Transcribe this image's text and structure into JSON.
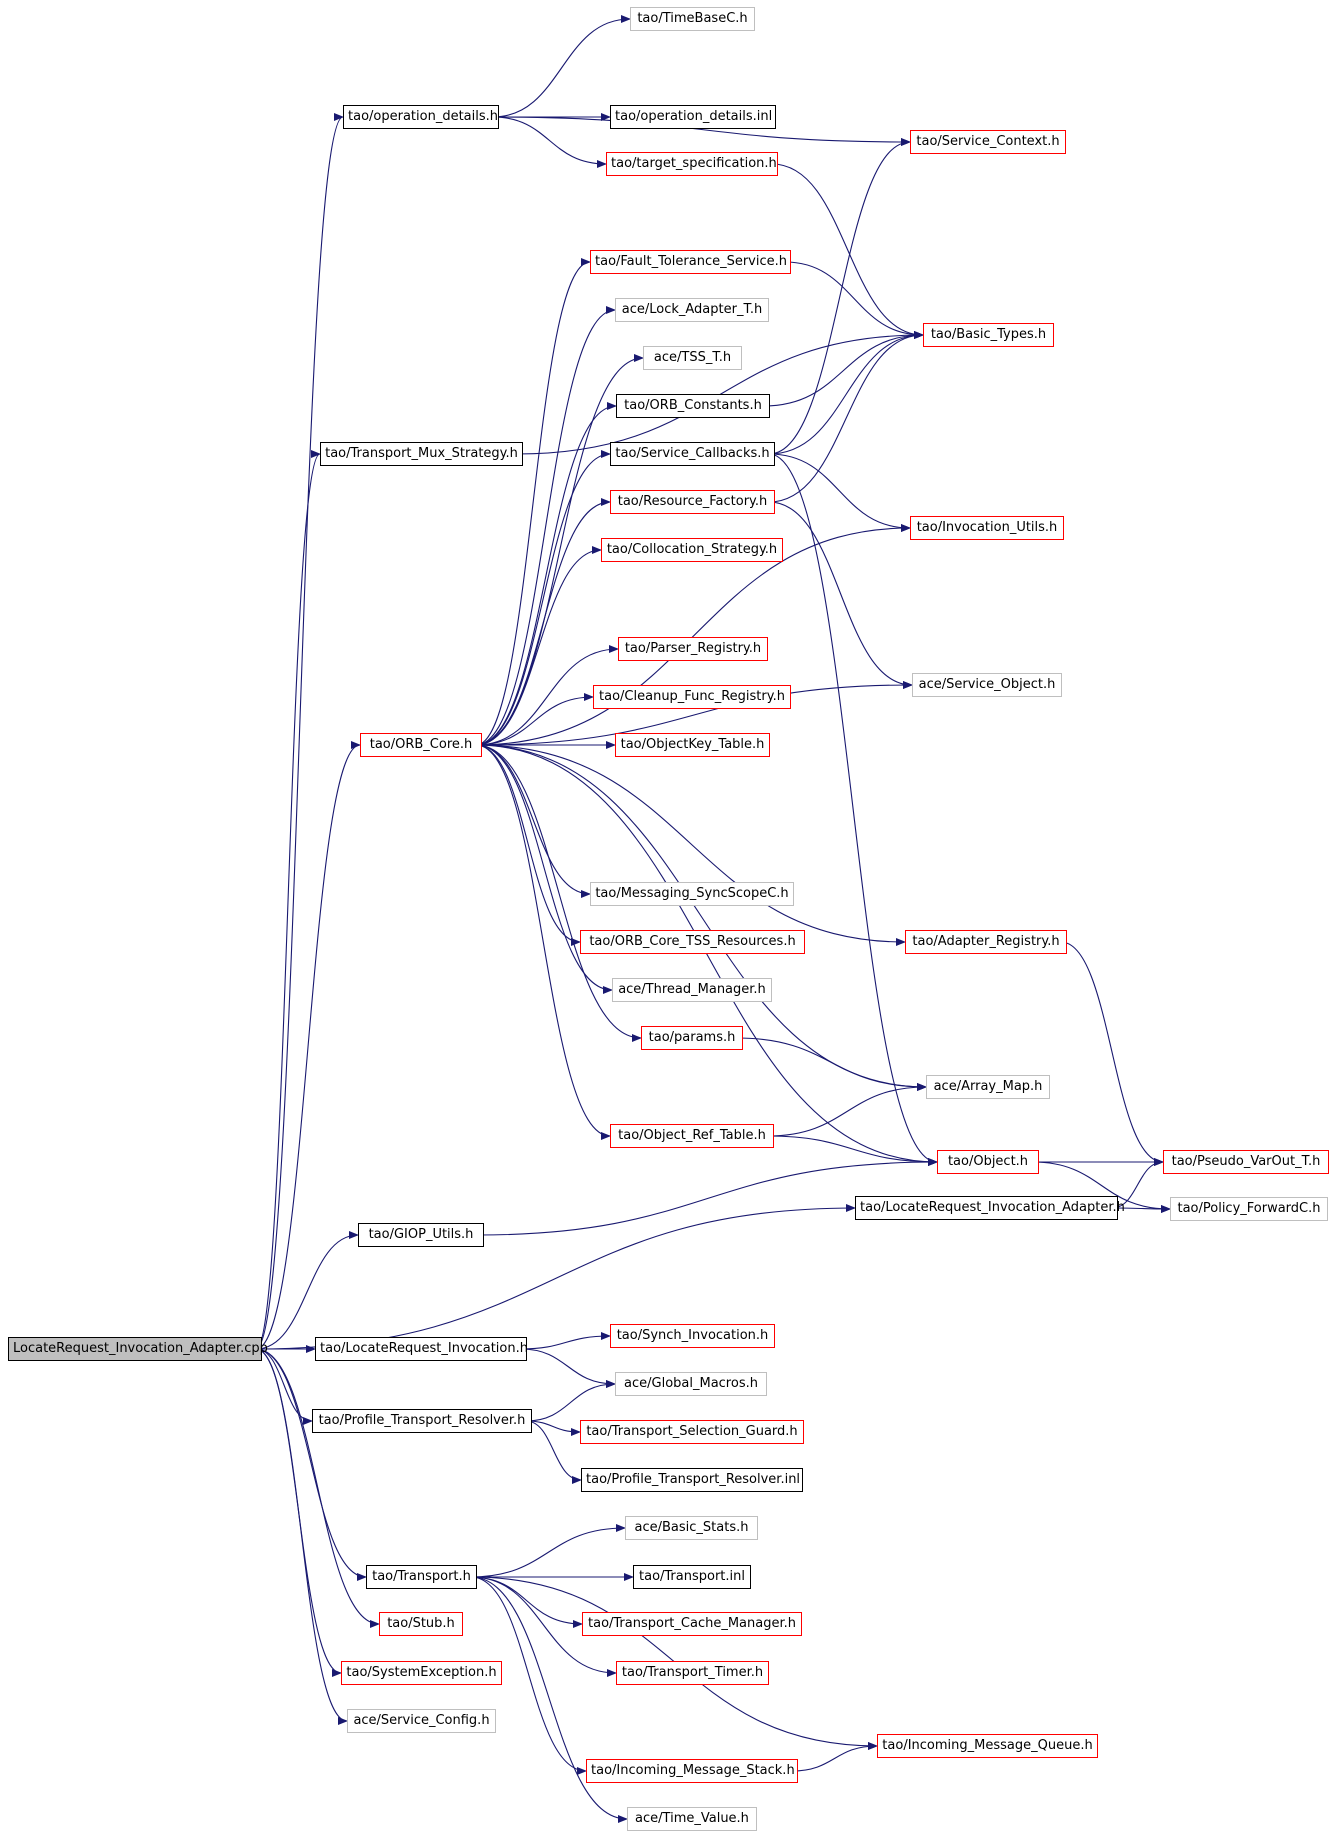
{
  "diagram": {
    "colors": {
      "edge": "#191970",
      "documented": "#000000",
      "has_children": "#ff0000",
      "external": "#bfbfbf",
      "root_fill": "#bfbfbf"
    },
    "nodes": {
      "root": {
        "label": "LocateRequest_Invocation_Adapter.cpp",
        "kind": "root"
      },
      "opdet": {
        "label": "tao/operation_details.h",
        "kind": "documented"
      },
      "timebase": {
        "label": "tao/TimeBaseC.h",
        "kind": "external"
      },
      "opdetinl": {
        "label": "tao/operation_details.inl",
        "kind": "documented"
      },
      "svcctx": {
        "label": "tao/Service_Context.h",
        "kind": "has_children"
      },
      "tgtspec": {
        "label": "tao/target_specification.h",
        "kind": "has_children"
      },
      "ftsvc": {
        "label": "tao/Fault_Tolerance_Service.h",
        "kind": "has_children"
      },
      "basictypes": {
        "label": "tao/Basic_Types.h",
        "kind": "has_children"
      },
      "lockadapt": {
        "label": "ace/Lock_Adapter_T.h",
        "kind": "external"
      },
      "tss": {
        "label": "ace/TSS_T.h",
        "kind": "external"
      },
      "orbconst": {
        "label": "tao/ORB_Constants.h",
        "kind": "documented"
      },
      "tmux": {
        "label": "tao/Transport_Mux_Strategy.h",
        "kind": "documented"
      },
      "svccb": {
        "label": "tao/Service_Callbacks.h",
        "kind": "documented"
      },
      "resfac": {
        "label": "tao/Resource_Factory.h",
        "kind": "has_children"
      },
      "invutils": {
        "label": "tao/Invocation_Utils.h",
        "kind": "has_children"
      },
      "colloc": {
        "label": "tao/Collocation_Strategy.h",
        "kind": "has_children"
      },
      "parser": {
        "label": "tao/Parser_Registry.h",
        "kind": "has_children"
      },
      "svcobj": {
        "label": "ace/Service_Object.h",
        "kind": "external"
      },
      "cleanup": {
        "label": "tao/Cleanup_Func_Registry.h",
        "kind": "has_children"
      },
      "orbcore": {
        "label": "tao/ORB_Core.h",
        "kind": "has_children"
      },
      "objkey": {
        "label": "tao/ObjectKey_Table.h",
        "kind": "has_children"
      },
      "msgsync": {
        "label": "tao/Messaging_SyncScopeC.h",
        "kind": "external"
      },
      "tssres": {
        "label": "tao/ORB_Core_TSS_Resources.h",
        "kind": "has_children"
      },
      "adreg": {
        "label": "tao/Adapter_Registry.h",
        "kind": "has_children"
      },
      "thrmgr": {
        "label": "ace/Thread_Manager.h",
        "kind": "external"
      },
      "params": {
        "label": "tao/params.h",
        "kind": "has_children"
      },
      "arraymap": {
        "label": "ace/Array_Map.h",
        "kind": "external"
      },
      "objref": {
        "label": "tao/Object_Ref_Table.h",
        "kind": "has_children"
      },
      "object": {
        "label": "tao/Object.h",
        "kind": "has_children"
      },
      "pseudo": {
        "label": "tao/Pseudo_VarOut_T.h",
        "kind": "has_children"
      },
      "lria_h": {
        "label": "tao/LocateRequest_Invocation_Adapter.h",
        "kind": "documented"
      },
      "policyfwd": {
        "label": "tao/Policy_ForwardC.h",
        "kind": "external"
      },
      "giop": {
        "label": "tao/GIOP_Utils.h",
        "kind": "documented"
      },
      "lri": {
        "label": "tao/LocateRequest_Invocation.h",
        "kind": "documented"
      },
      "synch": {
        "label": "tao/Synch_Invocation.h",
        "kind": "has_children"
      },
      "globmac": {
        "label": "ace/Global_Macros.h",
        "kind": "external"
      },
      "ptr": {
        "label": "tao/Profile_Transport_Resolver.h",
        "kind": "documented"
      },
      "tsg": {
        "label": "tao/Transport_Selection_Guard.h",
        "kind": "has_children"
      },
      "ptrinl": {
        "label": "tao/Profile_Transport_Resolver.inl",
        "kind": "documented"
      },
      "basicstats": {
        "label": "ace/Basic_Stats.h",
        "kind": "external"
      },
      "transport": {
        "label": "tao/Transport.h",
        "kind": "documented"
      },
      "transinl": {
        "label": "tao/Transport.inl",
        "kind": "documented"
      },
      "tcm": {
        "label": "tao/Transport_Cache_Manager.h",
        "kind": "has_children"
      },
      "stub": {
        "label": "tao/Stub.h",
        "kind": "has_children"
      },
      "ttimer": {
        "label": "tao/Transport_Timer.h",
        "kind": "has_children"
      },
      "sysexc": {
        "label": "tao/SystemException.h",
        "kind": "has_children"
      },
      "svccfg": {
        "label": "ace/Service_Config.h",
        "kind": "external"
      },
      "inq": {
        "label": "tao/Incoming_Message_Queue.h",
        "kind": "has_children"
      },
      "ins": {
        "label": "tao/Incoming_Message_Stack.h",
        "kind": "has_children"
      },
      "timeval": {
        "label": "ace/Time_Value.h",
        "kind": "external"
      }
    },
    "edges": [
      [
        "root",
        "opdet"
      ],
      [
        "root",
        "tmux"
      ],
      [
        "root",
        "orbcore"
      ],
      [
        "root",
        "giop"
      ],
      [
        "root",
        "lria_h"
      ],
      [
        "root",
        "lri"
      ],
      [
        "root",
        "ptr"
      ],
      [
        "root",
        "transport"
      ],
      [
        "root",
        "stub"
      ],
      [
        "root",
        "sysexc"
      ],
      [
        "root",
        "svccfg"
      ],
      [
        "opdet",
        "timebase"
      ],
      [
        "opdet",
        "opdetinl"
      ],
      [
        "opdet",
        "svcctx"
      ],
      [
        "opdet",
        "tgtspec"
      ],
      [
        "tgtspec",
        "basictypes"
      ],
      [
        "tmux",
        "basictypes"
      ],
      [
        "ftsvc",
        "basictypes"
      ],
      [
        "orbconst",
        "basictypes"
      ],
      [
        "svccb",
        "basictypes"
      ],
      [
        "svccb",
        "svcctx"
      ],
      [
        "svccb",
        "invutils"
      ],
      [
        "svccb",
        "object"
      ],
      [
        "resfac",
        "basictypes"
      ],
      [
        "resfac",
        "svcobj"
      ],
      [
        "orbcore",
        "ftsvc"
      ],
      [
        "orbcore",
        "lockadapt"
      ],
      [
        "orbcore",
        "tss"
      ],
      [
        "orbcore",
        "orbconst"
      ],
      [
        "orbcore",
        "svccb"
      ],
      [
        "orbcore",
        "resfac"
      ],
      [
        "orbcore",
        "colloc"
      ],
      [
        "orbcore",
        "invutils"
      ],
      [
        "orbcore",
        "parser"
      ],
      [
        "orbcore",
        "cleanup"
      ],
      [
        "orbcore",
        "objkey"
      ],
      [
        "orbcore",
        "svcobj"
      ],
      [
        "orbcore",
        "msgsync"
      ],
      [
        "orbcore",
        "tssres"
      ],
      [
        "orbcore",
        "adreg"
      ],
      [
        "orbcore",
        "thrmgr"
      ],
      [
        "orbcore",
        "params"
      ],
      [
        "orbcore",
        "arraymap"
      ],
      [
        "orbcore",
        "objref"
      ],
      [
        "orbcore",
        "object"
      ],
      [
        "params",
        "arraymap"
      ],
      [
        "objref",
        "arraymap"
      ],
      [
        "objref",
        "object"
      ],
      [
        "adreg",
        "pseudo"
      ],
      [
        "object",
        "pseudo"
      ],
      [
        "object",
        "policyfwd"
      ],
      [
        "lria_h",
        "pseudo"
      ],
      [
        "lria_h",
        "policyfwd"
      ],
      [
        "giop",
        "object"
      ],
      [
        "lri",
        "synch"
      ],
      [
        "lri",
        "globmac"
      ],
      [
        "ptr",
        "globmac"
      ],
      [
        "ptr",
        "tsg"
      ],
      [
        "ptr",
        "ptrinl"
      ],
      [
        "transport",
        "basicstats"
      ],
      [
        "transport",
        "transinl"
      ],
      [
        "transport",
        "tcm"
      ],
      [
        "transport",
        "ttimer"
      ],
      [
        "transport",
        "inq"
      ],
      [
        "transport",
        "ins"
      ],
      [
        "transport",
        "timeval"
      ],
      [
        "ins",
        "inq"
      ]
    ]
  }
}
